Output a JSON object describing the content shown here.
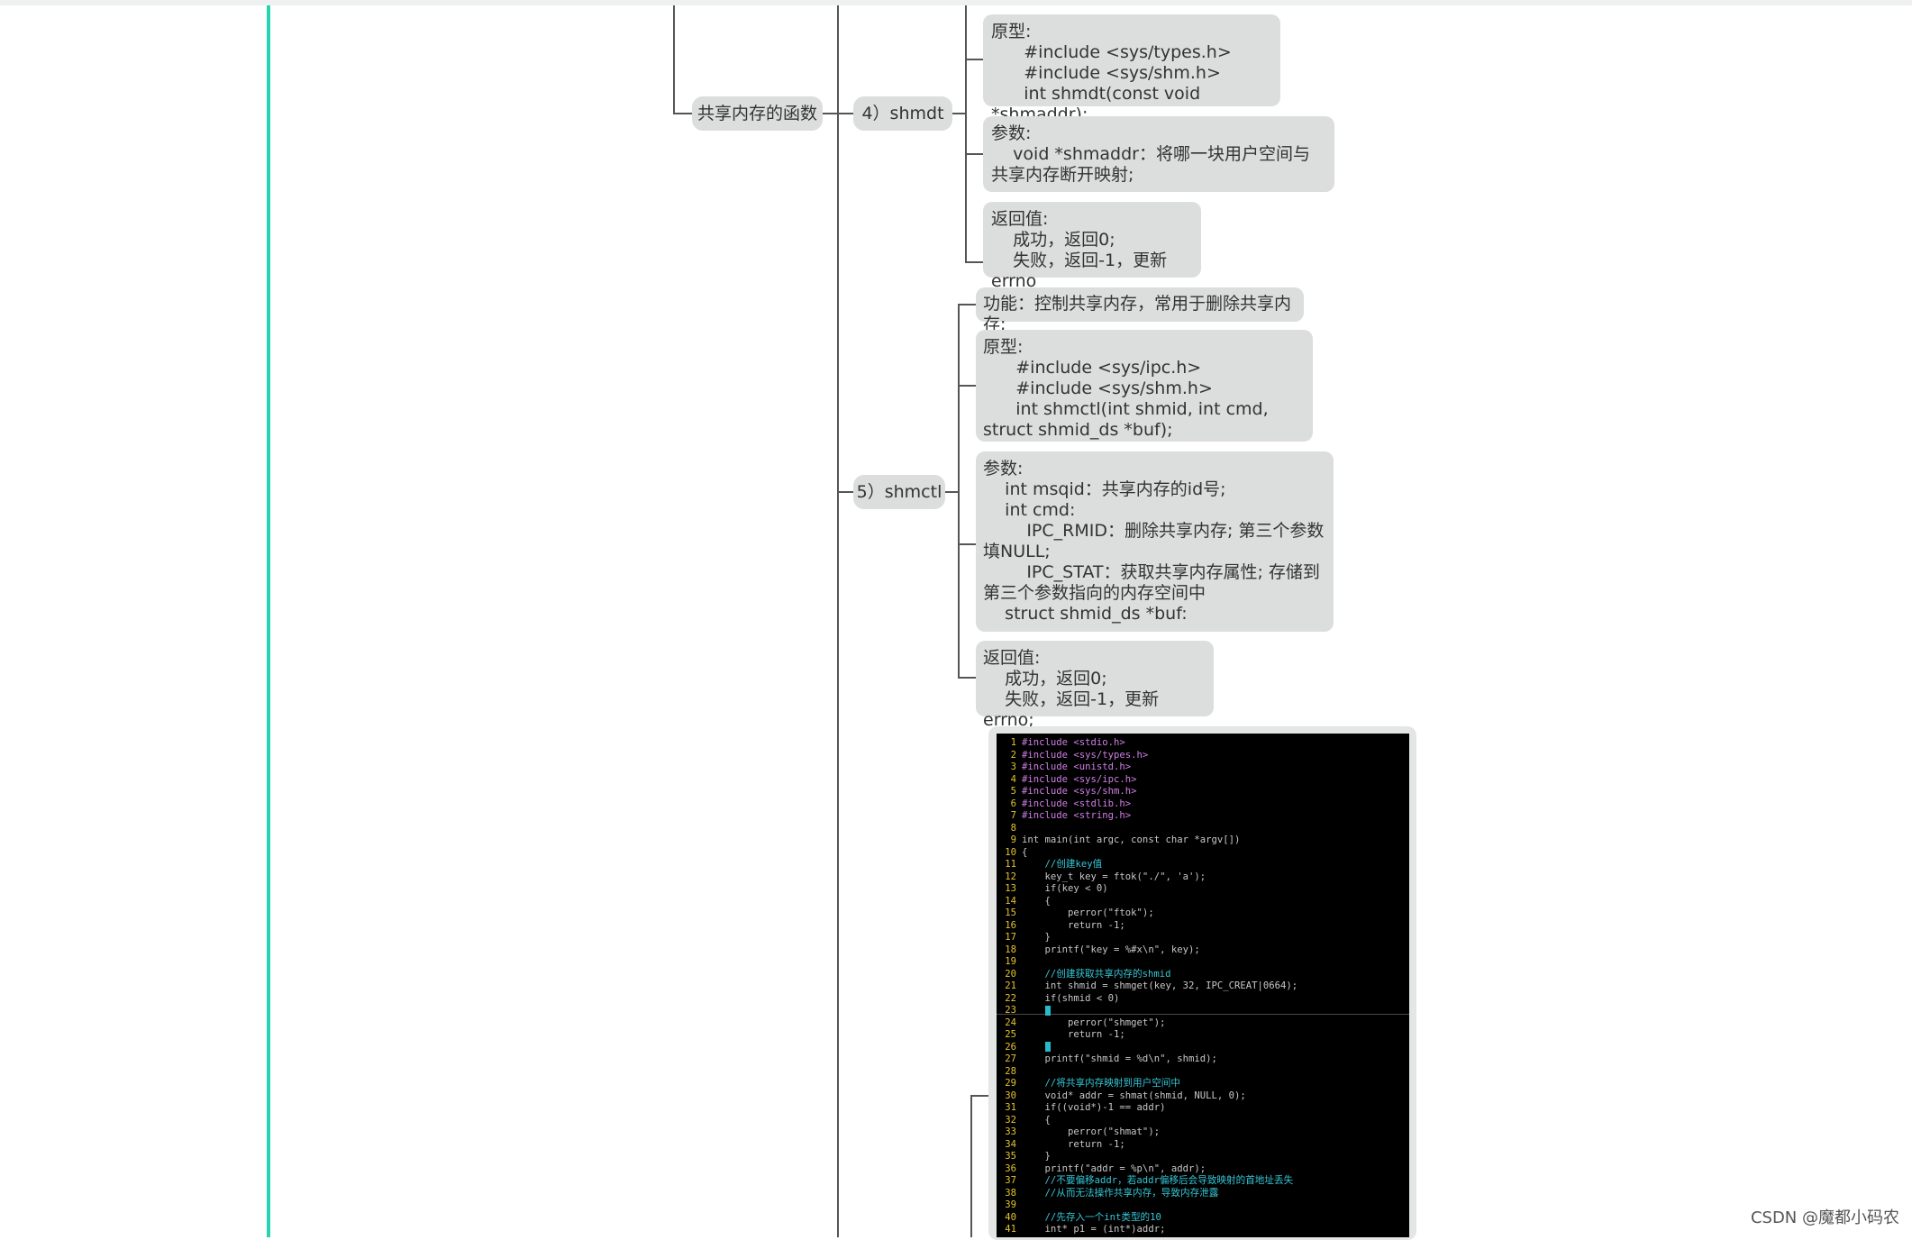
{
  "parent_node": "共享内存的函数",
  "shmdt": {
    "label": "4）shmdt",
    "prototype": "原型:\n      #include <sys/types.h>\n      #include <sys/shm.h>\n      int shmdt(const void *shmaddr);",
    "params": "参数:\n    void *shmaddr：将哪一块用户空间与共享内存断开映射;",
    "retval": "返回值:\n    成功，返回0;\n    失败，返回-1，更新errno"
  },
  "shmctl": {
    "label": "5）shmctl",
    "function": "功能：控制共享内存，常用于删除共享内存;",
    "prototype": "原型:\n      #include <sys/ipc.h>\n      #include <sys/shm.h>\n      int shmctl(int shmid, int cmd, struct shmid_ds *buf);",
    "params": "参数:\n    int msqid：共享内存的id号;\n    int cmd:\n        IPC_RMID：删除共享内存; 第三个参数填NULL;\n        IPC_STAT：获取共享内存属性; 存储到第三个参数指向的内存空间中\n    struct shmid_ds *buf:",
    "retval": "返回值:\n    成功，返回0;\n    失败，返回-1，更新errno;"
  },
  "code_lines": [
    {
      "n": "1",
      "t": "#include <stdio.h>"
    },
    {
      "n": "2",
      "t": "#include <sys/types.h>"
    },
    {
      "n": "3",
      "t": "#include <unistd.h>"
    },
    {
      "n": "4",
      "t": "#include <sys/ipc.h>"
    },
    {
      "n": "5",
      "t": "#include <sys/shm.h>"
    },
    {
      "n": "6",
      "t": "#include <stdlib.h>"
    },
    {
      "n": "7",
      "t": "#include <string.h>"
    },
    {
      "n": "8",
      "t": ""
    },
    {
      "n": "9",
      "t": "int main(int argc, const char *argv[])"
    },
    {
      "n": "10",
      "t": "{"
    },
    {
      "n": "11",
      "t": "    //创建key值"
    },
    {
      "n": "12",
      "t": "    key_t key = ftok(\"./\", 'a');"
    },
    {
      "n": "13",
      "t": "    if(key < 0)"
    },
    {
      "n": "14",
      "t": "    {"
    },
    {
      "n": "15",
      "t": "        perror(\"ftok\");"
    },
    {
      "n": "16",
      "t": "        return -1;"
    },
    {
      "n": "17",
      "t": "    }"
    },
    {
      "n": "18",
      "t": "    printf(\"key = %#x\\n\", key);"
    },
    {
      "n": "19",
      "t": ""
    },
    {
      "n": "20",
      "t": "    //创建获取共享内存的shmid"
    },
    {
      "n": "21",
      "t": "    int shmid = shmget(key, 32, IPC_CREAT|0664);"
    },
    {
      "n": "22",
      "t": "    if(shmid < 0)"
    },
    {
      "n": "23",
      "t": "    "
    },
    {
      "n": "24",
      "t": "        perror(\"shmget\");"
    },
    {
      "n": "25",
      "t": "        return -1;"
    },
    {
      "n": "26",
      "t": "    "
    },
    {
      "n": "27",
      "t": "    printf(\"shmid = %d\\n\", shmid);"
    },
    {
      "n": "28",
      "t": ""
    },
    {
      "n": "29",
      "t": "    //将共享内存映射到用户空间中"
    },
    {
      "n": "30",
      "t": "    void* addr = shmat(shmid, NULL, 0);"
    },
    {
      "n": "31",
      "t": "    if((void*)-1 == addr)"
    },
    {
      "n": "32",
      "t": "    {"
    },
    {
      "n": "33",
      "t": "        perror(\"shmat\");"
    },
    {
      "n": "34",
      "t": "        return -1;"
    },
    {
      "n": "35",
      "t": "    }"
    },
    {
      "n": "36",
      "t": "    printf(\"addr = %p\\n\", addr);"
    },
    {
      "n": "37",
      "t": "    //不要偏移addr，若addr偏移后会导致映射的首地址丢失"
    },
    {
      "n": "38",
      "t": "    //从而无法操作共享内存，导致内存泄露"
    },
    {
      "n": "39",
      "t": ""
    },
    {
      "n": "40",
      "t": "    //先存入一个int类型的10"
    },
    {
      "n": "41",
      "t": "    int* p1 = (int*)addr;"
    }
  ],
  "cursor_lines": [
    "23",
    "26"
  ],
  "colors": {
    "accent": "#27d3b3",
    "node_bg": "#dcdddd",
    "line_number": "#e3c32e",
    "code_bg": "#000000"
  },
  "watermark": "CSDN @魔都小码农"
}
